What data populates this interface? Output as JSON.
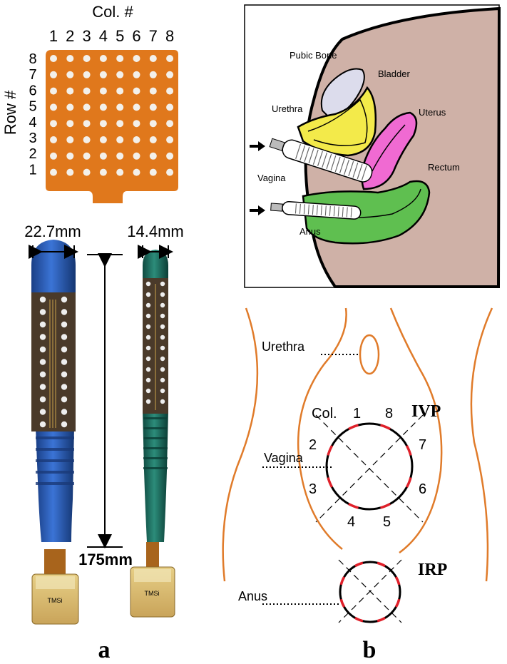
{
  "panel_a": {
    "col_axis_label": "Col. #",
    "row_axis_label": "Row #",
    "col_numbers": [
      "1",
      "2",
      "3",
      "4",
      "5",
      "6",
      "7",
      "8"
    ],
    "row_numbers": [
      "8",
      "7",
      "6",
      "5",
      "4",
      "3",
      "2",
      "1"
    ],
    "width_large": "22.7mm",
    "width_small": "14.4mm",
    "length": "175mm",
    "brand": "TMSi",
    "panel_letter": "a"
  },
  "panel_b_top": {
    "labels": {
      "pubic_bone": "Pubic Bone",
      "bladder": "Bladder",
      "urethra": "Urethra",
      "uterus": "Uterus",
      "vagina": "Vagina",
      "rectum": "Rectum",
      "anus": "Anus"
    },
    "colors": {
      "skin": "#cfb1a7",
      "pubic_bone": "#dcdcec",
      "bladder": "#f3ea4a",
      "uterus": "#f06ad2",
      "rectum": "#5fbf50"
    }
  },
  "panel_b_bottom": {
    "urethra": "Urethra",
    "vagina": "Vagina",
    "anus": "Anus",
    "col_label": "Col.",
    "col_numbers": [
      "1",
      "8",
      "2",
      "7",
      "3",
      "6",
      "4",
      "5"
    ],
    "ivp": "IVP",
    "irp": "IRP",
    "panel_letter": "b",
    "colors": {
      "outline": "#e07b2a",
      "electrode": "#e0202a"
    }
  },
  "colors": {
    "grid_orange": "#e0781c",
    "probe_blue": "#2557b0",
    "probe_green": "#1d6e61"
  }
}
